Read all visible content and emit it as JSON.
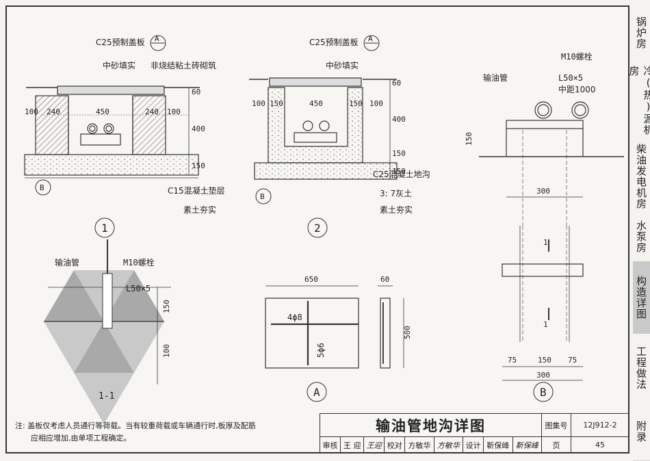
{
  "side_tabs": [
    {
      "label": "锅炉房",
      "active": false
    },
    {
      "label": "冷(热)源机房",
      "active": false
    },
    {
      "label": "柴油发电机房",
      "active": false
    },
    {
      "label": "水泵房",
      "active": false
    },
    {
      "label": "构造详图",
      "active": true
    },
    {
      "label": "工程做法",
      "active": false
    },
    {
      "label": "附录",
      "active": false
    }
  ],
  "detail1": {
    "cover": "C25预制盖板",
    "ref_a": "A",
    "sand": "中砂填实",
    "brick": "非烧结粘土砖砌筑",
    "dims_w": [
      "100",
      "240",
      "450",
      "240",
      "100"
    ],
    "dims_h": [
      "60",
      "400",
      "150"
    ],
    "ref_b": "B",
    "cushion": "C15混凝土垫层",
    "soil": "素土夯实",
    "num": "1"
  },
  "detail2": {
    "cover": "C25预制盖板",
    "ref_a": "A",
    "sand": "中砂填实",
    "dims_w": [
      "100",
      "150",
      "450",
      "150",
      "100"
    ],
    "dims_h": [
      "60",
      "400",
      "150",
      "150"
    ],
    "ref_b": "B",
    "trench": "C25混凝土地沟",
    "lime": "3: 7灰土",
    "soil": "素土夯实",
    "num": "2"
  },
  "detail_b_top": {
    "pipe": "输油管",
    "bolt": "M10螺栓",
    "angle": "L50×5",
    "spacing": "中距1000",
    "h": "150",
    "w": "300"
  },
  "detail_b_plan": {
    "section_mark": "1",
    "dims": [
      "75",
      "150",
      "75"
    ],
    "total": "300",
    "label": "B"
  },
  "section11": {
    "pipe": "输油管",
    "bolt": "M10螺栓",
    "angle": "L50×5",
    "dims_h": [
      "150",
      "100"
    ],
    "label": "1-1"
  },
  "detail_a": {
    "w": "650",
    "t": "60",
    "h": "500",
    "rebar1": "4ϕ8",
    "rebar2": "5ϕ6",
    "label": "A"
  },
  "note": {
    "prefix": "注:",
    "line1": "盖板仅考虑人员通行等荷载。当有较重荷载或车辆通行时,板厚及配筋",
    "line2": "应相应增加,由单项工程确定。"
  },
  "title_block": {
    "title": "输油管地沟详图",
    "atlas_label": "图集号",
    "atlas_no": "12J912-2",
    "review_label": "审核",
    "review_name": "王 迎",
    "review_sig": "王迎",
    "check_label": "校对",
    "check_name": "方敏华",
    "check_sig": "方敏华",
    "design_label": "设计",
    "design_name": "靳保峰",
    "design_sig": "靳保峰",
    "page_label": "页",
    "page_no": "45"
  }
}
